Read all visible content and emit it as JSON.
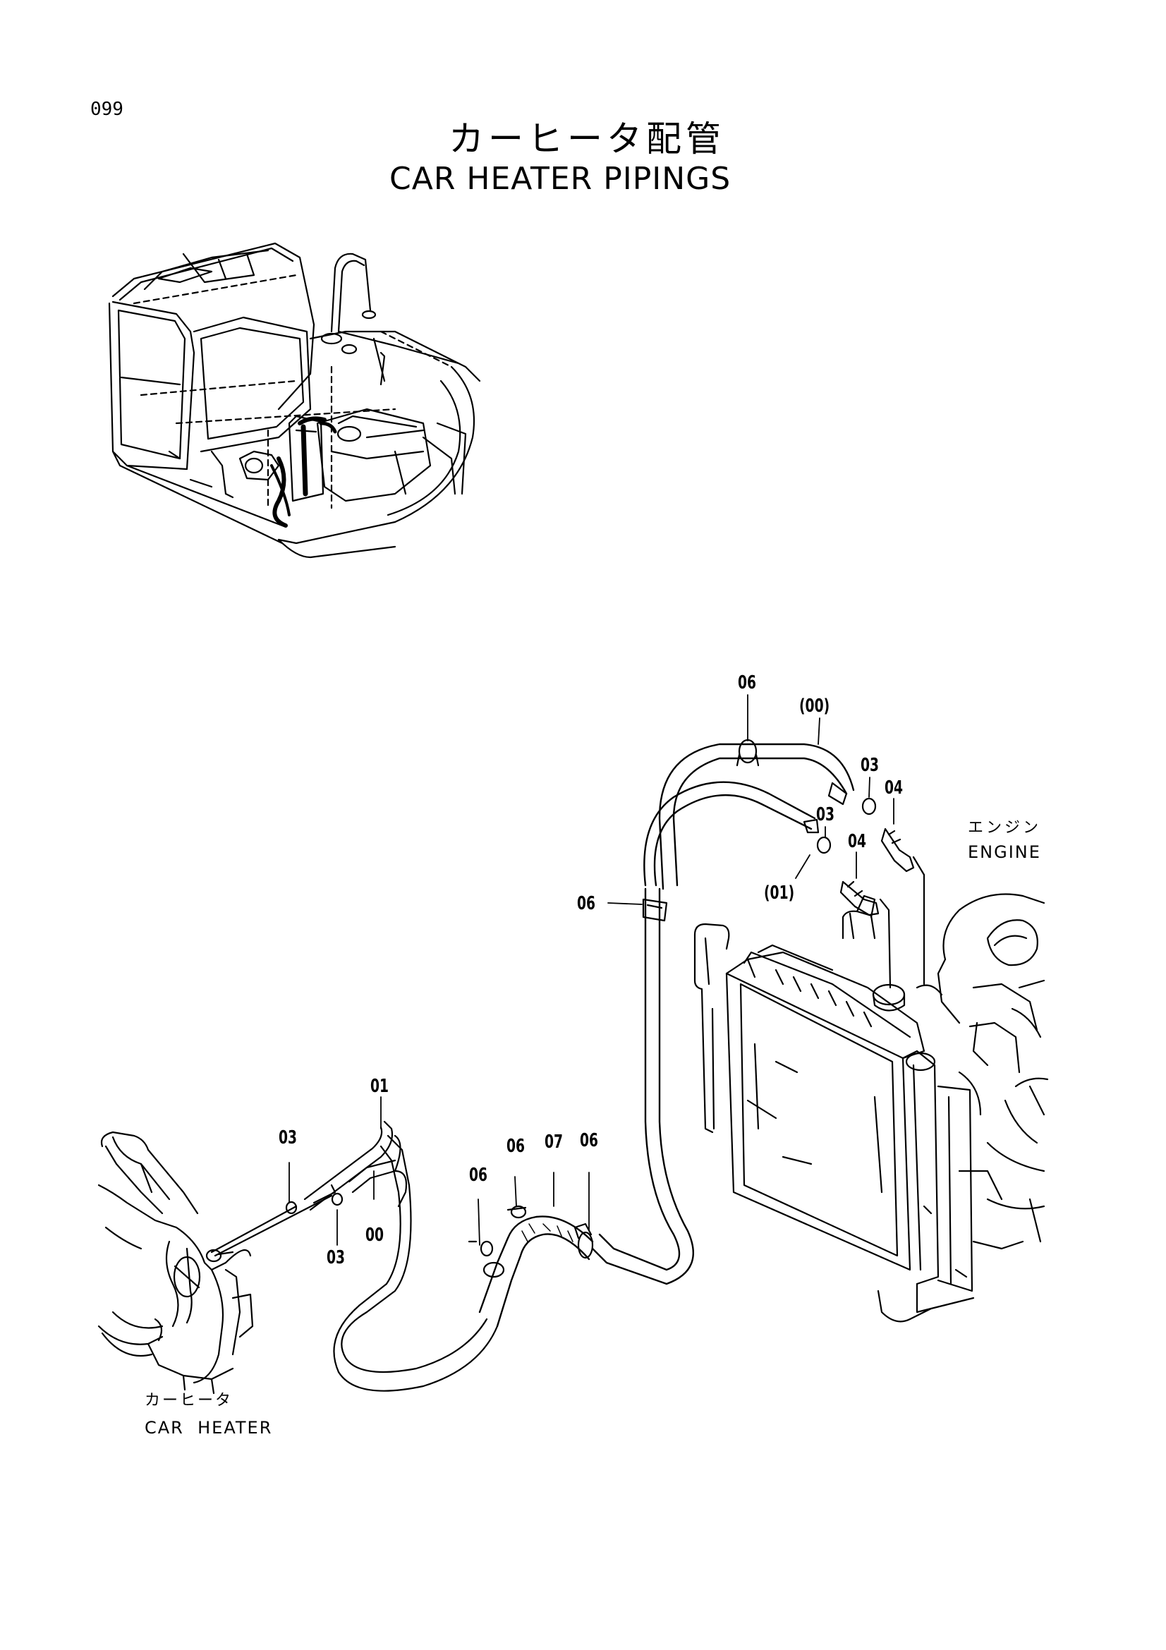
{
  "page_number": "099",
  "title_ja": "カーヒータ配管",
  "title_en": "CAR HEATER PIPINGS",
  "callouts": [
    "06",
    "(00)",
    "03",
    "04",
    "03",
    "04",
    "(01)",
    "06",
    "01",
    "03",
    "00",
    "03",
    "06",
    "07",
    "06",
    "06"
  ],
  "engine_label_ja": "エンジン",
  "engine_label_en": "ENGINE",
  "heater_label_ja": "カーヒータ",
  "heater_label_en": "CAR  HEATER"
}
